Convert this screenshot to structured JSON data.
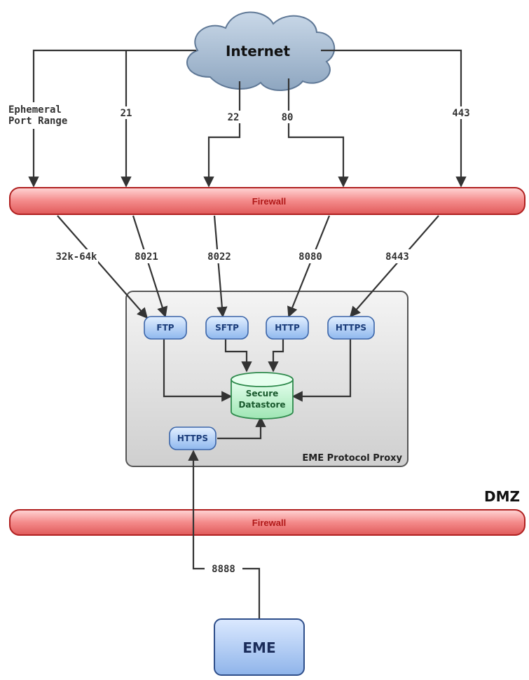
{
  "internet": "Internet",
  "firewall_top": "Firewall",
  "firewall_bottom": "Firewall",
  "dmz": "DMZ",
  "proxy_label": "EME Protocol Proxy",
  "eme": "EME",
  "datastore": [
    "Secure",
    "Datastore"
  ],
  "nodes": {
    "ftp": "FTP",
    "sftp": "SFTP",
    "http": "HTTP",
    "https_top": "HTTPS",
    "https_bottom": "HTTPS"
  },
  "external_ports": {
    "ephemeral": [
      "Ephemeral",
      "Port Range"
    ],
    "p21": "21",
    "p22": "22",
    "p80": "80",
    "p443": "443"
  },
  "internal_ports": {
    "range": "32k-64k",
    "p8021": "8021",
    "p8022": "8022",
    "p8080": "8080",
    "p8443": "8443",
    "p8888": "8888"
  },
  "colors": {
    "firewall": "#f08080",
    "cloud": "#9fb3c8",
    "node": "#a8c8f0",
    "datastore": "#b8f0c8",
    "proxy_box": "#dcdcdc"
  }
}
